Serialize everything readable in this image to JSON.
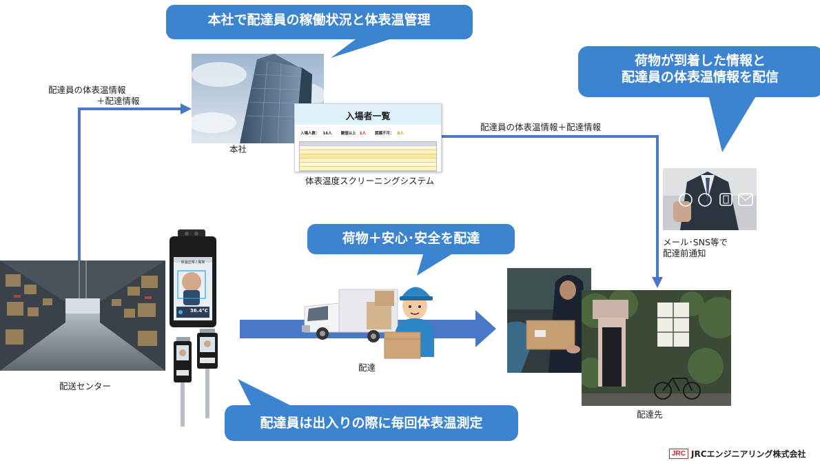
{
  "bubbles": {
    "hq": "本社で配達員の稼働状況と体表温管理",
    "notify_line1": "荷物が到着した情報と",
    "notify_line2": "配達員の体表温情報を配信",
    "delivery": "荷物＋安心･安全を配達",
    "measure": "配達員は出入りの際に毎回体表温測定"
  },
  "labels": {
    "flow_to_hq_line1": "配達員の体表温情報",
    "flow_to_hq_line2": "＋配達情報",
    "flow_to_dest": "配達員の体表温情報＋配達情報",
    "hq": "本社",
    "system": "体表温度スクリーニングシステム",
    "notify_line1": "メール･SNS等で",
    "notify_line2": "配達前通知",
    "center": "配送センター",
    "delivery": "配達",
    "destination": "配達先"
  },
  "screen": {
    "title": "入場者一覧",
    "stat1_label": "入場人数：",
    "stat1_value": "16人",
    "stat2_label": "閾値以上",
    "stat2_value": "1人",
    "stat3_label": "認識不可：",
    "stat3_value": "0人"
  },
  "device": {
    "header": "体温正常 / 異常",
    "temp": "36.4°C"
  },
  "logo": {
    "badge": "JRC",
    "company": "JRCエンジニアリング株式会社"
  },
  "colors": {
    "bubble": "#3c84cf",
    "arrow": "#4a78c6",
    "logo_red": "#d0202a"
  }
}
